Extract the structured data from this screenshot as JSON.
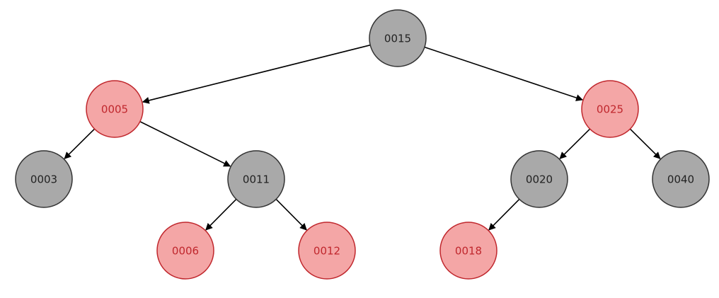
{
  "tree": {
    "colors": {
      "red_fill": "#f4a6a6",
      "red_stroke": "#c0272d",
      "red_text": "#c0272d",
      "black_fill": "#a9a9a9",
      "black_stroke": "#333333",
      "black_text": "#222222",
      "edge": "#000000"
    },
    "nodes": [
      {
        "id": "n15",
        "label": "0015",
        "color": "black"
      },
      {
        "id": "n5",
        "label": "0005",
        "color": "red"
      },
      {
        "id": "n25",
        "label": "0025",
        "color": "red"
      },
      {
        "id": "n3",
        "label": "0003",
        "color": "black"
      },
      {
        "id": "n11",
        "label": "0011",
        "color": "black"
      },
      {
        "id": "n20",
        "label": "0020",
        "color": "black"
      },
      {
        "id": "n40",
        "label": "0040",
        "color": "black"
      },
      {
        "id": "n6",
        "label": "0006",
        "color": "red"
      },
      {
        "id": "n12",
        "label": "0012",
        "color": "red"
      },
      {
        "id": "n18",
        "label": "0018",
        "color": "red"
      }
    ],
    "edges": [
      {
        "from": "n15",
        "to": "n5"
      },
      {
        "from": "n15",
        "to": "n25"
      },
      {
        "from": "n5",
        "to": "n3"
      },
      {
        "from": "n5",
        "to": "n11"
      },
      {
        "from": "n11",
        "to": "n6"
      },
      {
        "from": "n11",
        "to": "n12"
      },
      {
        "from": "n25",
        "to": "n20"
      },
      {
        "from": "n25",
        "to": "n40"
      },
      {
        "from": "n20",
        "to": "n18"
      }
    ]
  }
}
